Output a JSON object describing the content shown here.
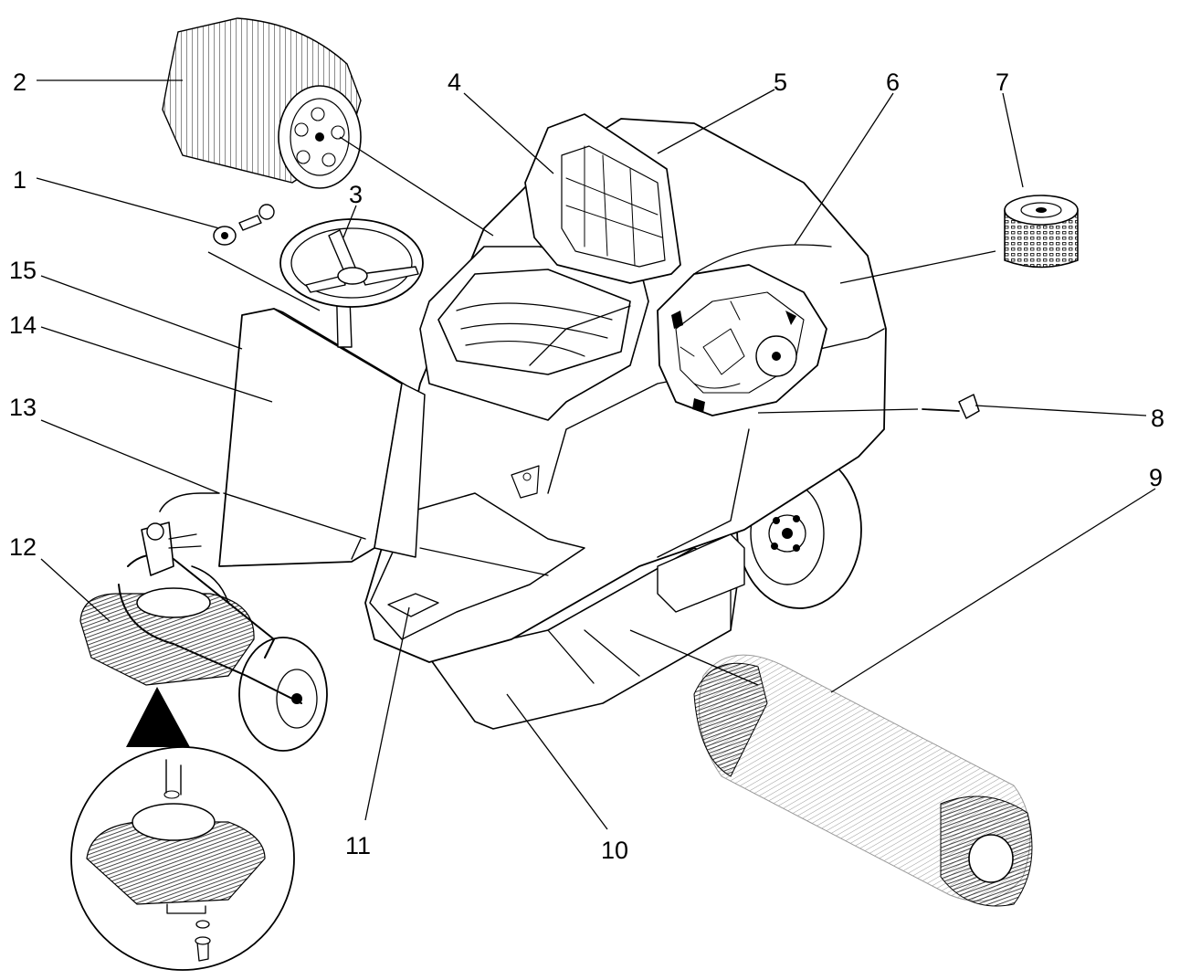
{
  "callouts": [
    {
      "id": 1,
      "label": "1"
    },
    {
      "id": 2,
      "label": "2"
    },
    {
      "id": 3,
      "label": "3"
    },
    {
      "id": 4,
      "label": "4"
    },
    {
      "id": 5,
      "label": "5"
    },
    {
      "id": 6,
      "label": "6"
    },
    {
      "id": 7,
      "label": "7"
    },
    {
      "id": 8,
      "label": "8"
    },
    {
      "id": 9,
      "label": "9"
    },
    {
      "id": 10,
      "label": "10"
    },
    {
      "id": 11,
      "label": "11"
    },
    {
      "id": 12,
      "label": "12"
    },
    {
      "id": 13,
      "label": "13"
    },
    {
      "id": 14,
      "label": "14"
    },
    {
      "id": 15,
      "label": "15"
    }
  ],
  "colors": {
    "ink": "#000000",
    "paper": "#ffffff",
    "brush_dark": "#1a1a1a",
    "brush_light": "#9a9a9a"
  },
  "icons": {
    "key": "ignition-key-icon",
    "air_filter": "air-filter-icon",
    "dipstick": "dipstick-icon"
  }
}
